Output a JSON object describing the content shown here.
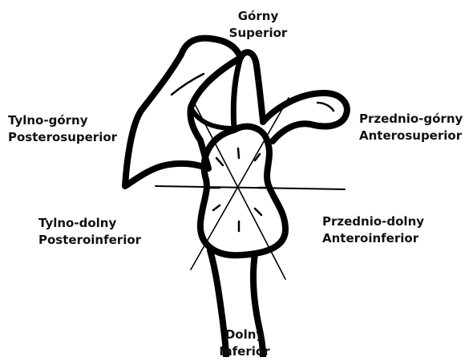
{
  "labels": {
    "superior": {
      "pl": "Górny",
      "en": "Superior"
    },
    "anterosuperior": {
      "pl": "Przednio-górny",
      "en": "Anterosuperior"
    },
    "posterosuperior": {
      "pl": "Tylno-górny",
      "en": "Posterosuperior"
    },
    "posteroinferior": {
      "pl": "Tylno-dolny",
      "en": "Posteroinferior"
    },
    "anteroinferior": {
      "pl": "Przednio-dolny",
      "en": "Anteroinferior"
    },
    "inferior": {
      "pl": "Dolny",
      "en": "Inferior"
    }
  },
  "colors": {
    "ink": "#000000",
    "background": "#ffffff"
  }
}
